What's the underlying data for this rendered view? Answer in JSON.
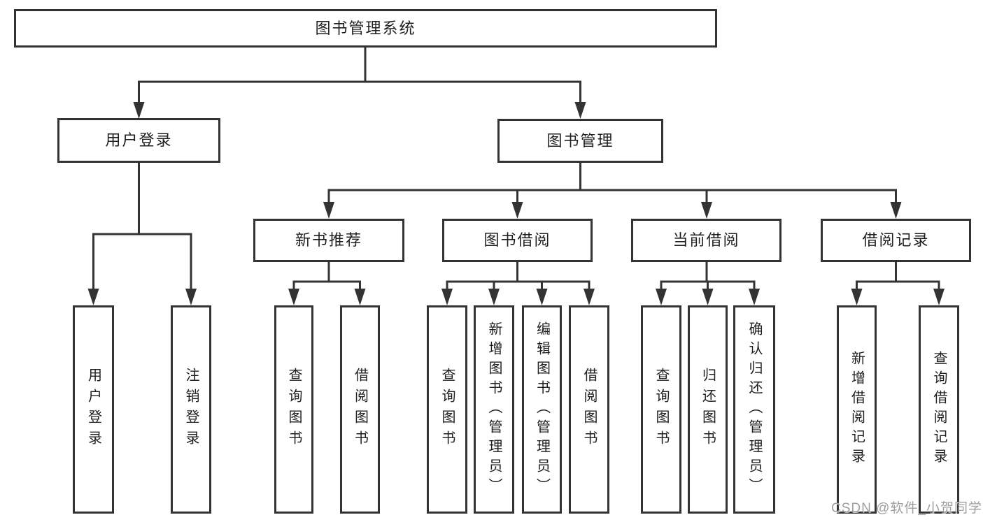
{
  "diagram_title": "图书管理系统",
  "colors": {
    "line": "#333333",
    "background": "#ffffff",
    "text": "#1f1f1f",
    "watermark": "#9e9e9e"
  },
  "nodes": [
    {
      "id": "root",
      "label": "图书管理系统",
      "parent": null,
      "level": 1
    },
    {
      "id": "user-login",
      "label": "用户登录",
      "parent": "root",
      "level": 2
    },
    {
      "id": "book-mgmt",
      "label": "图书管理",
      "parent": "root",
      "level": 2
    },
    {
      "id": "new-book",
      "label": "新书推荐",
      "parent": "book-mgmt",
      "level": 3
    },
    {
      "id": "book-borrow",
      "label": "图书借阅",
      "parent": "book-mgmt",
      "level": 3
    },
    {
      "id": "current-borrow",
      "label": "当前借阅",
      "parent": "book-mgmt",
      "level": 3
    },
    {
      "id": "borrow-record",
      "label": "借阅记录",
      "parent": "book-mgmt",
      "level": 3
    },
    {
      "id": "op-user-login",
      "label": "用户登录",
      "parent": "user-login",
      "level": 4
    },
    {
      "id": "op-logout",
      "label": "注销登录",
      "parent": "user-login",
      "level": 4
    },
    {
      "id": "nb-query",
      "label": "查询图书",
      "parent": "new-book",
      "level": 4
    },
    {
      "id": "nb-borrow",
      "label": "借阅图书",
      "parent": "new-book",
      "level": 4
    },
    {
      "id": "bb-query",
      "label": "查询图书",
      "parent": "book-borrow",
      "level": 4
    },
    {
      "id": "bb-add",
      "label": "新增图书（管理员）",
      "parent": "book-borrow",
      "level": 4
    },
    {
      "id": "bb-edit",
      "label": "编辑图书（管理员）",
      "parent": "book-borrow",
      "level": 4
    },
    {
      "id": "bb-borrow",
      "label": "借阅图书",
      "parent": "book-borrow",
      "level": 4
    },
    {
      "id": "cb-query",
      "label": "查询图书",
      "parent": "current-borrow",
      "level": 4
    },
    {
      "id": "cb-return",
      "label": "归还图书",
      "parent": "current-borrow",
      "level": 4
    },
    {
      "id": "cb-confirm",
      "label": "确认归还（管理员）",
      "parent": "current-borrow",
      "level": 4
    },
    {
      "id": "br-add",
      "label": "新增借阅记录",
      "parent": "borrow-record",
      "level": 4
    },
    {
      "id": "br-query",
      "label": "查询借阅记录",
      "parent": "borrow-record",
      "level": 4
    }
  ],
  "watermark": {
    "text": "CSDN @软件_小贺同学"
  }
}
